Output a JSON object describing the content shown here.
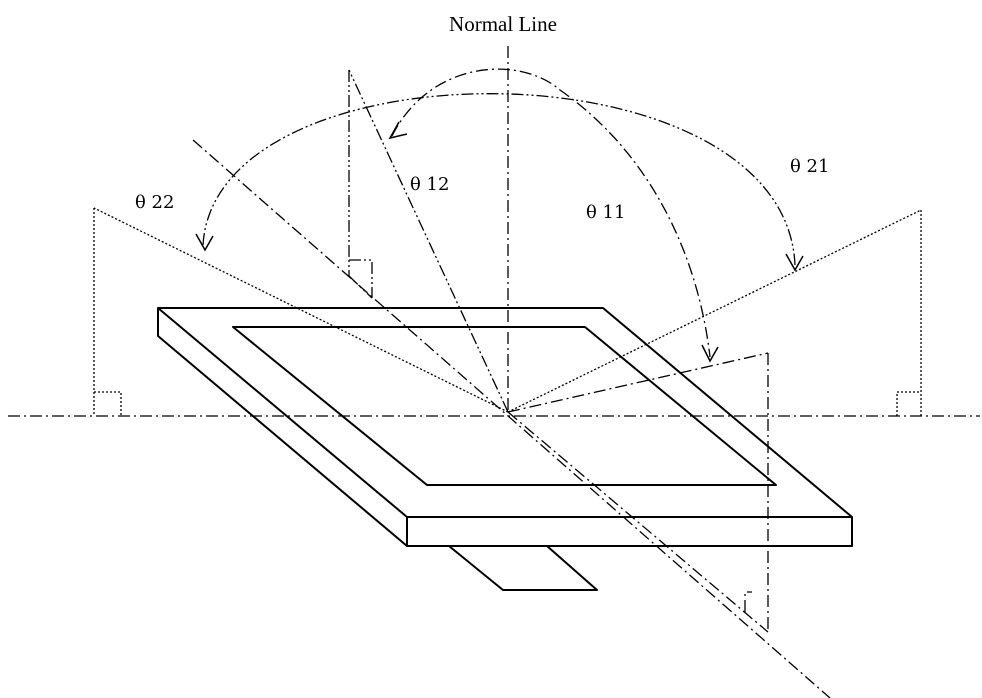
{
  "diagram": {
    "normal_label": "Normal Line",
    "angles": {
      "theta_11": "θ 11",
      "theta_12": "θ 12",
      "theta_21": "θ 21",
      "theta_22": "θ 22"
    }
  }
}
